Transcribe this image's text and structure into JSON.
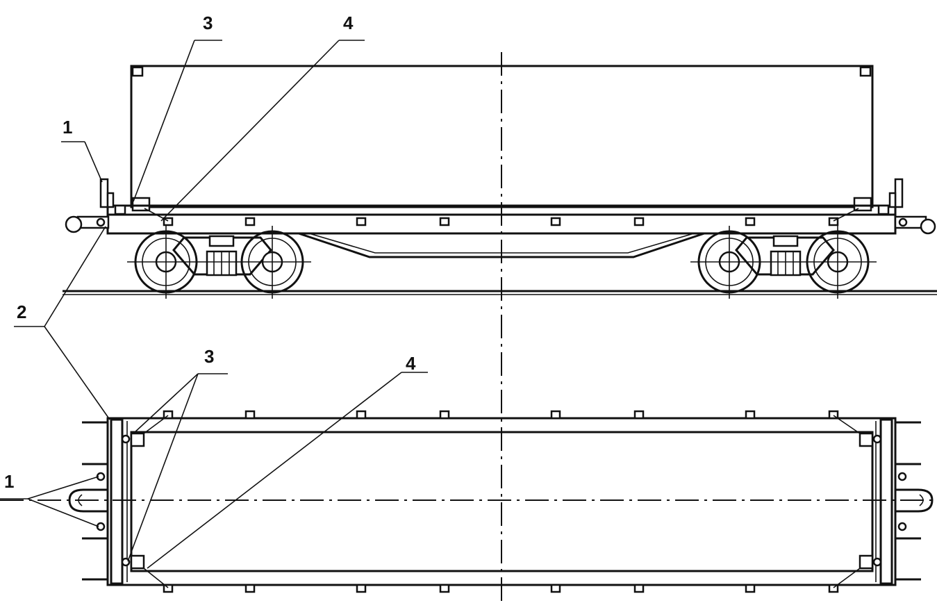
{
  "callouts": {
    "top_1": "1",
    "top_2": "2",
    "top_3": "3",
    "top_4": "4",
    "bottom_1": "1",
    "bottom_3": "3",
    "bottom_4": "4"
  }
}
